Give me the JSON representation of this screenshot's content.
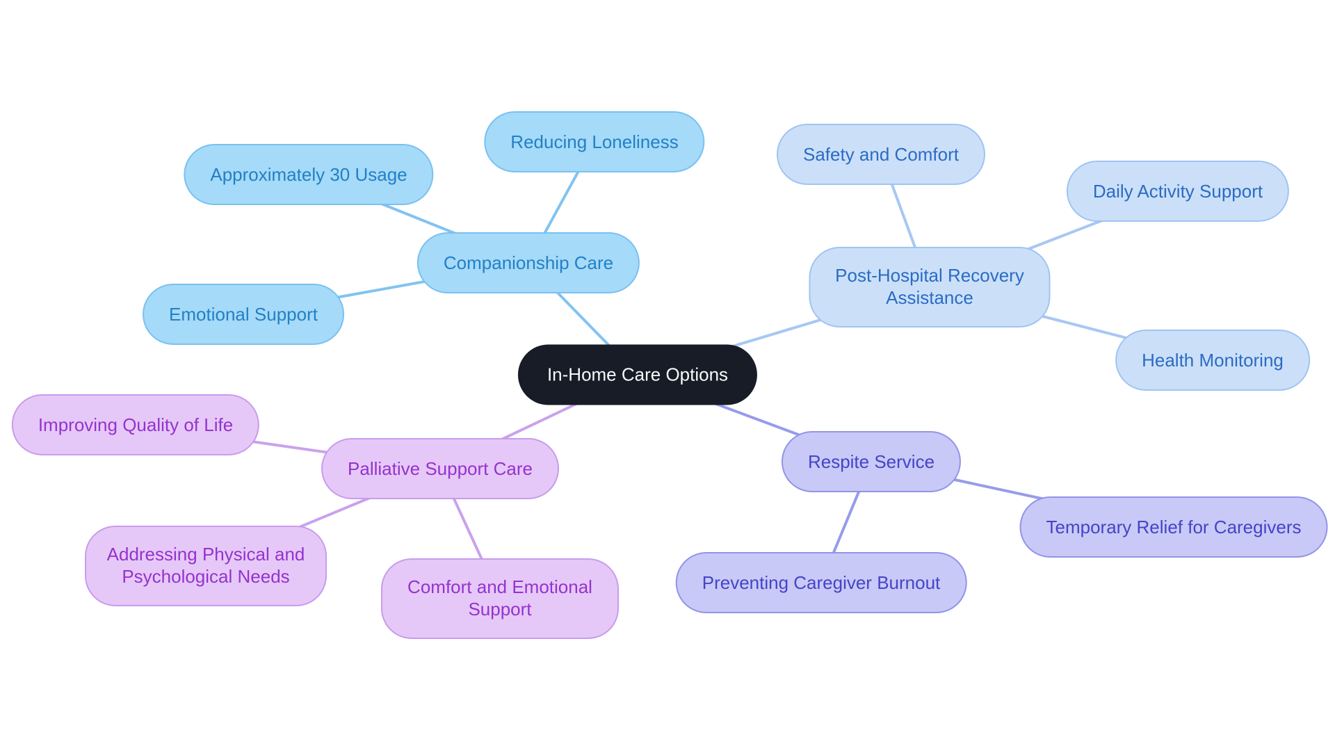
{
  "diagram": {
    "type": "mindmap",
    "background": "#ffffff"
  },
  "root": {
    "label": "In-Home Care Options",
    "fill": "#171C26",
    "text_color": "#F7F9FB"
  },
  "branches": [
    {
      "label": "Companionship Care",
      "fill": "#A5DAF8",
      "border": "#79C1F0",
      "text_color": "#2380C6",
      "edge_color": "#82C3F0",
      "children": [
        {
          "label": "Reducing Loneliness"
        },
        {
          "label": "Approximately 30 Usage"
        },
        {
          "label": "Emotional Support"
        }
      ]
    },
    {
      "label": "Post-Hospital Recovery Assistance",
      "fill": "#CBE0F8",
      "border": "#9FC4F2",
      "text_color": "#2B6BC5",
      "edge_color": "#A6C8F2",
      "children": [
        {
          "label": "Safety and Comfort"
        },
        {
          "label": "Daily Activity Support"
        },
        {
          "label": "Health Monitoring"
        }
      ]
    },
    {
      "label": "Respite Service",
      "fill": "#C8C9F6",
      "border": "#9194E8",
      "text_color": "#4444C8",
      "edge_color": "#989BEA",
      "children": [
        {
          "label": "Temporary Relief for Caregivers"
        },
        {
          "label": "Preventing Caregiver Burnout"
        }
      ]
    },
    {
      "label": "Palliative Support Care",
      "fill": "#E6C8F8",
      "border": "#C79CEC",
      "text_color": "#9433CE",
      "edge_color": "#C9A2EC",
      "children": [
        {
          "label": "Improving Quality of Life"
        },
        {
          "label": "Addressing Physical and Psychological Needs"
        },
        {
          "label": "Comfort and Emotional Support"
        }
      ]
    }
  ]
}
